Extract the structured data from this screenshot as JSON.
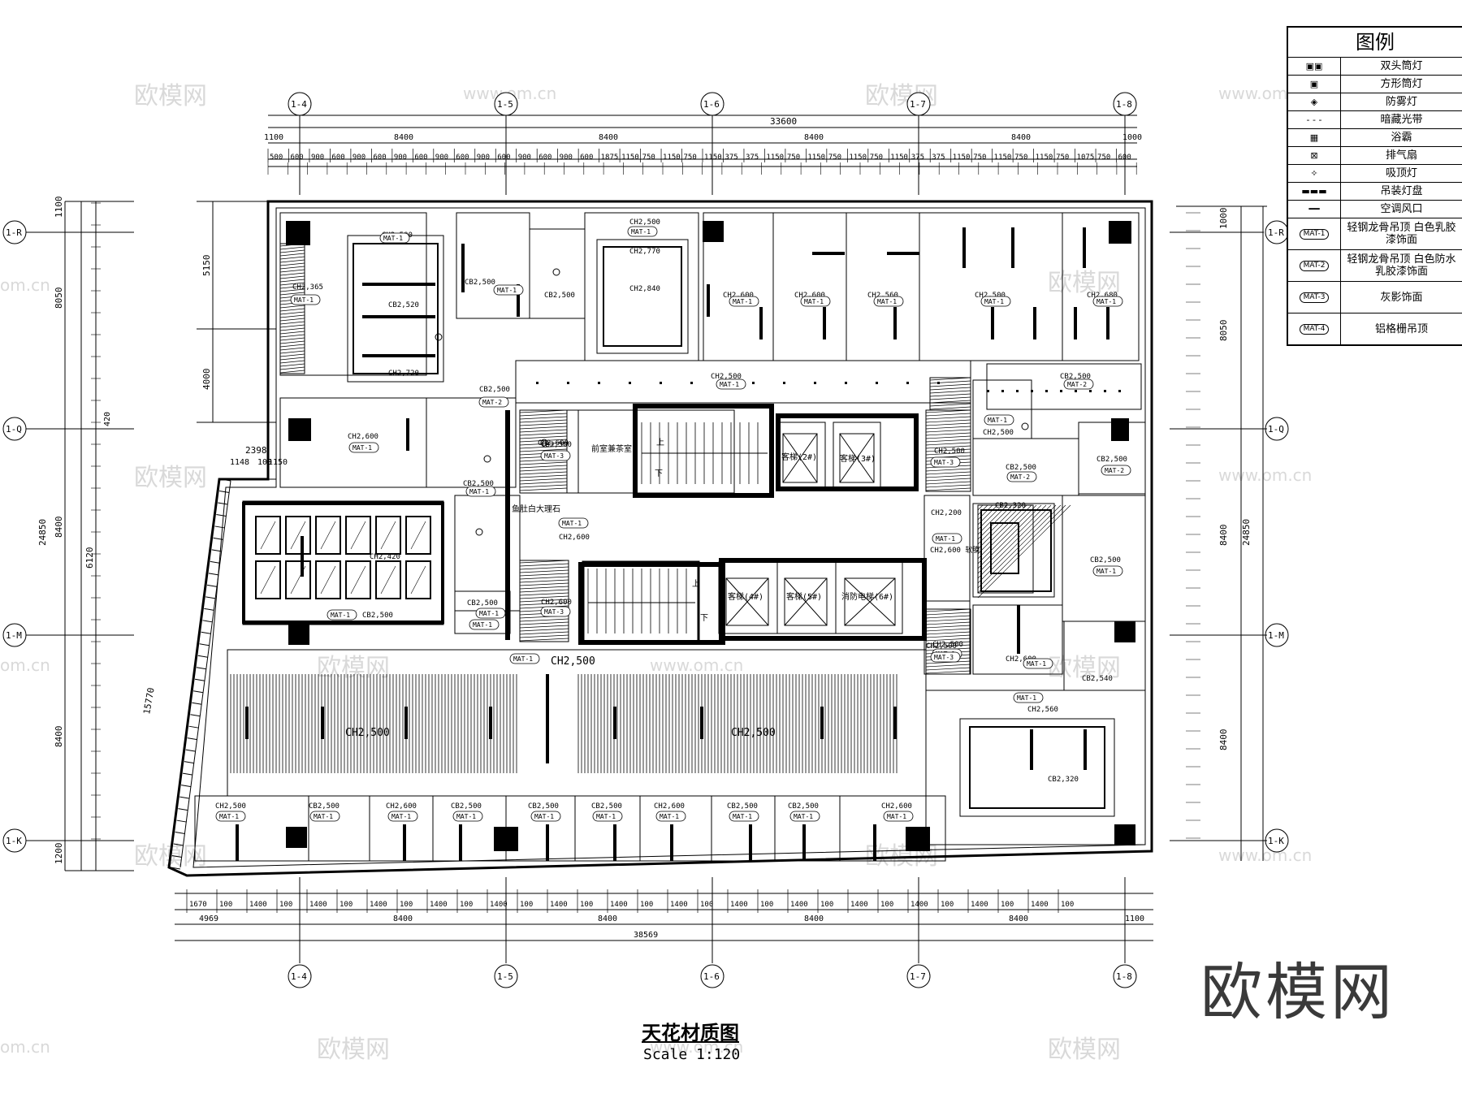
{
  "title": "天花材质图",
  "scale": "Scale  1:120",
  "logo": "欧模网",
  "watermarks": [
    "欧模网",
    "www.om.cn",
    "om.cn"
  ],
  "axes_top": [
    "1-4",
    "1-5",
    "1-6",
    "1-7",
    "1-8"
  ],
  "axes_side": [
    "1-R",
    "1-Q",
    "1-M",
    "1-K"
  ],
  "dims": {
    "top_total": "33600",
    "top_spans": [
      "1100",
      "8400",
      "8400",
      "8400",
      "8400",
      "1000"
    ],
    "top_detail": [
      "500",
      "600",
      "900",
      "600",
      "900",
      "600",
      "900",
      "600",
      "900",
      "600",
      "900",
      "600",
      "900",
      "600",
      "900",
      "600",
      "1875",
      "1150",
      "750",
      "1150",
      "750",
      "1150",
      "375",
      "375",
      "1150",
      "750",
      "1150",
      "750",
      "1150",
      "750",
      "1150",
      "375",
      "375",
      "1150",
      "750",
      "1150",
      "750",
      "1150",
      "750",
      "1075",
      "750",
      "600"
    ],
    "bottom_total": "38569",
    "bottom_spans": [
      "4969",
      "8400",
      "8400",
      "8400",
      "8400",
      "1100"
    ],
    "bottom_detail": [
      "1670",
      "100",
      "1400",
      "100",
      "1400",
      "100",
      "1400"
    ],
    "left_total": "24850",
    "left_spans": [
      "1100",
      "8050",
      "8400",
      "8400",
      "1200"
    ],
    "left_inner": [
      "5150",
      "4000",
      "6120",
      "15770"
    ],
    "right_total": "24850",
    "right_spans": [
      "1000",
      "8050",
      "8400",
      "8400"
    ],
    "misc": [
      "2398",
      "1148",
      "100",
      "1150",
      "420"
    ]
  },
  "rooms": [
    {
      "text": "CH2,500"
    },
    {
      "text": "CH2,770"
    },
    {
      "text": "CH2,840"
    },
    {
      "text": "CH2,600"
    },
    {
      "text": "CB2,500"
    },
    {
      "text": "CH2,365"
    },
    {
      "text": "CB2,520"
    },
    {
      "text": "CH2,720"
    },
    {
      "text": "CH2,560"
    },
    {
      "text": "CH2,680"
    },
    {
      "text": "CH2,200"
    },
    {
      "text": "CB2,320"
    },
    {
      "text": "CH2,600 软膜"
    },
    {
      "text": "CB2,540"
    },
    {
      "text": "CH2,420"
    }
  ],
  "labels": {
    "front_room": "前室兼茶室",
    "stone": "鱼肚白大理石",
    "lift2": "客梯(2#)",
    "lift3": "客梯(3#)",
    "lift4": "客梯(4#)",
    "lift5": "客梯(5#)",
    "lift6": "消防电梯(6#)",
    "up": "上",
    "down": "下",
    "mat1": "MAT-1",
    "mat2": "MAT-2",
    "mat3": "MAT-3",
    "ch2500": "CH2,500",
    "cb2500": "CB2,500"
  },
  "legend": {
    "header": "图例",
    "items": [
      {
        "sym": "▣▣",
        "label": "双头筒灯"
      },
      {
        "sym": "▣",
        "label": "方形筒灯"
      },
      {
        "sym": "◈",
        "label": "防雾灯"
      },
      {
        "sym": "- - -",
        "label": "暗藏光带"
      },
      {
        "sym": "▦",
        "label": "浴霸"
      },
      {
        "sym": "⊠",
        "label": "排气扇"
      },
      {
        "sym": "✧",
        "label": "吸顶灯"
      },
      {
        "sym": "▬▬▬",
        "label": "吊装灯盘"
      },
      {
        "sym": "━━",
        "label": "空调风口"
      },
      {
        "sym": "MAT-1",
        "label": "轻钢龙骨吊顶 白色乳胶漆饰面",
        "tall": true
      },
      {
        "sym": "MAT-2",
        "label": "轻钢龙骨吊顶 白色防水乳胶漆饰面",
        "tall": true
      },
      {
        "sym": "MAT-3",
        "label": "灰影饰面",
        "tall": true
      },
      {
        "sym": "MAT-4",
        "label": "铝格栅吊顶",
        "tall": true
      }
    ]
  }
}
